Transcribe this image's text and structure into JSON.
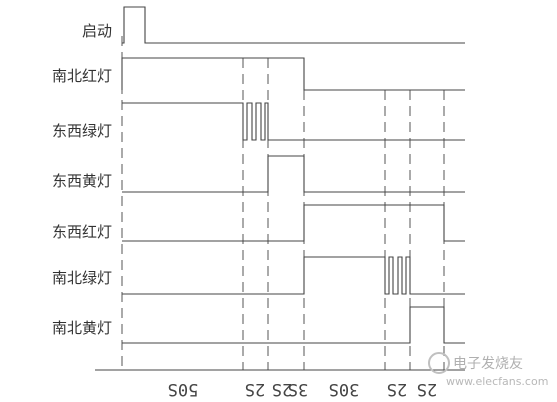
{
  "signals": [
    {
      "id": "start",
      "label": "启动"
    },
    {
      "id": "ns-red",
      "label": "南北红灯"
    },
    {
      "id": "ew-green",
      "label": "东西绿灯"
    },
    {
      "id": "ew-yellow",
      "label": "东西黄灯"
    },
    {
      "id": "ew-red",
      "label": "东西红灯"
    },
    {
      "id": "ns-green",
      "label": "南北绿灯"
    },
    {
      "id": "ns-yellow",
      "label": "南北黄灯"
    }
  ],
  "intervals": [
    "50S",
    "2S",
    "2S",
    "3S",
    "30S",
    "2S",
    "2S"
  ],
  "watermark": {
    "text": "电子发烧友",
    "url": "www.elecfans.com"
  }
}
